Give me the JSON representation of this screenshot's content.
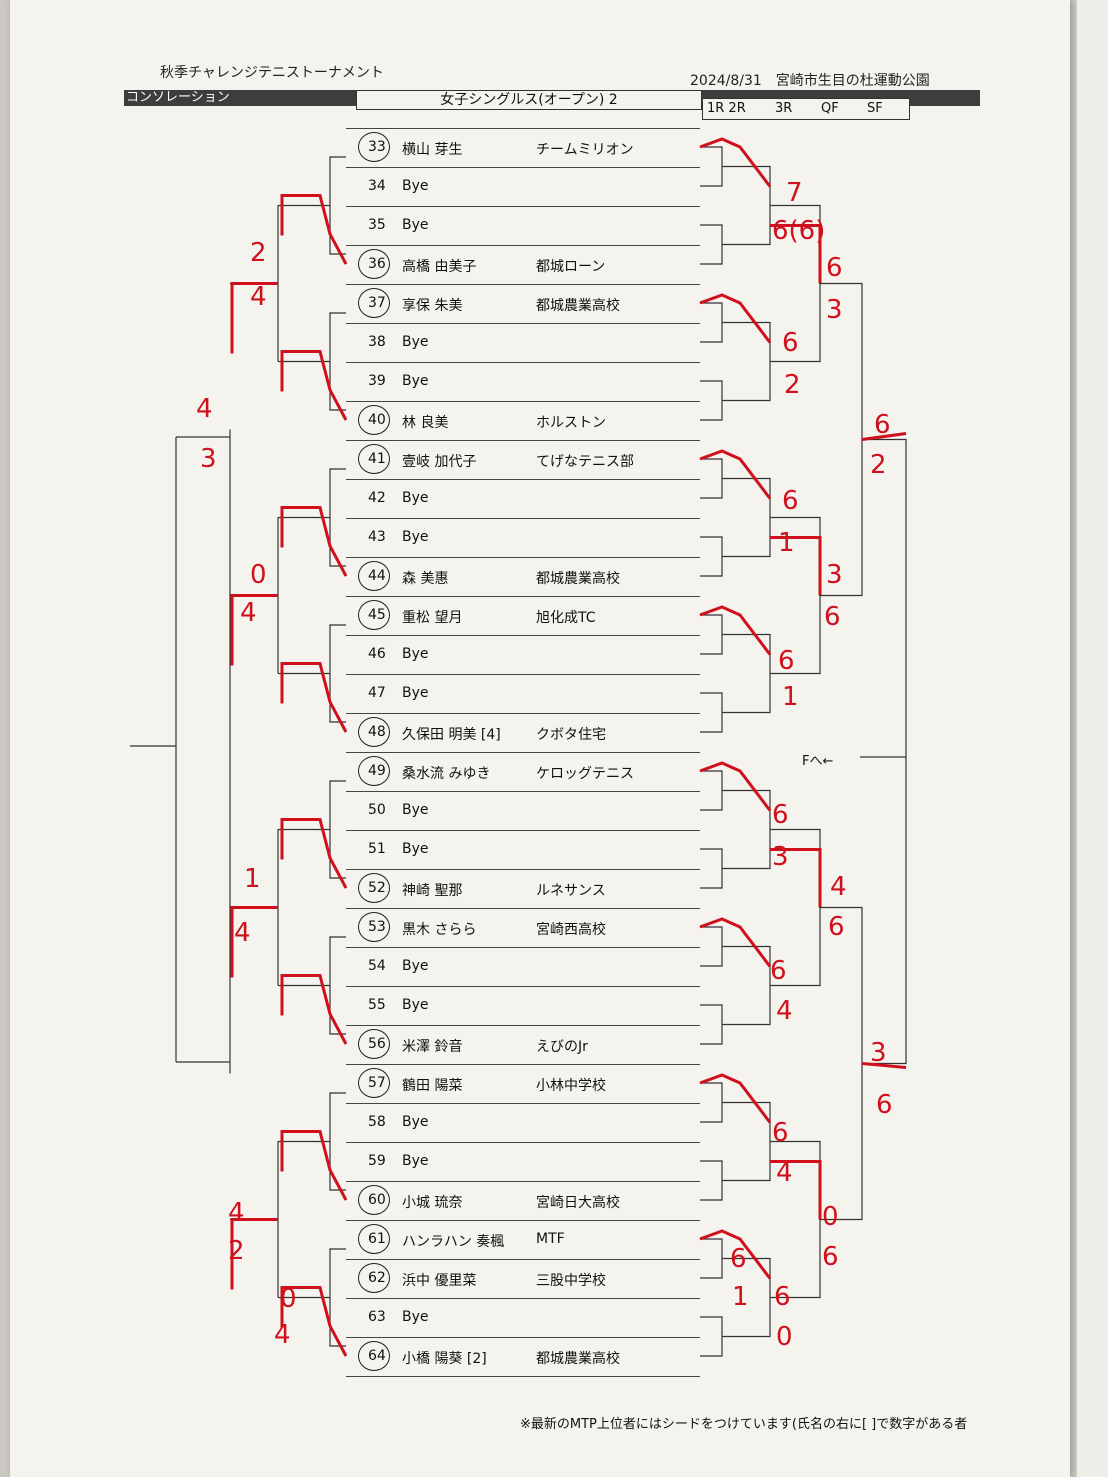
{
  "tournament": "秋季チャレンジテニストーナメント",
  "date_venue": "2024/8/31　宮崎市生目の杜運動公園",
  "section": "コンソレーション",
  "event": "女子シングルス(オープン) 2",
  "rounds": [
    "1R 2R",
    "3R",
    "QF",
    "SF"
  ],
  "footer_note": "※最新のMTP上位者にはシードをつけています(氏名の右に[ ]で数字がある者",
  "final_mark": "Fへ←",
  "players": [
    {
      "num": "33",
      "name": "横山 芽生",
      "club": "チームミリオン",
      "circled": true
    },
    {
      "num": "34",
      "name": "Bye",
      "club": "",
      "circled": false
    },
    {
      "num": "35",
      "name": "Bye",
      "club": "",
      "circled": false
    },
    {
      "num": "36",
      "name": "高橋 由美子",
      "club": "都城ローン",
      "circled": true
    },
    {
      "num": "37",
      "name": "享保 朱美",
      "club": "都城農業高校",
      "circled": true
    },
    {
      "num": "38",
      "name": "Bye",
      "club": "",
      "circled": false
    },
    {
      "num": "39",
      "name": "Bye",
      "club": "",
      "circled": false
    },
    {
      "num": "40",
      "name": "林 良美",
      "club": "ホルストン",
      "circled": true
    },
    {
      "num": "41",
      "name": "壹岐 加代子",
      "club": "てげなテニス部",
      "circled": true
    },
    {
      "num": "42",
      "name": "Bye",
      "club": "",
      "circled": false
    },
    {
      "num": "43",
      "name": "Bye",
      "club": "",
      "circled": false
    },
    {
      "num": "44",
      "name": "森 美惠",
      "club": "都城農業高校",
      "circled": true
    },
    {
      "num": "45",
      "name": "重松 望月",
      "club": "旭化成TC",
      "circled": true
    },
    {
      "num": "46",
      "name": "Bye",
      "club": "",
      "circled": false
    },
    {
      "num": "47",
      "name": "Bye",
      "club": "",
      "circled": false
    },
    {
      "num": "48",
      "name": "久保田 明美 [4]",
      "club": "クボタ住宅",
      "circled": true
    },
    {
      "num": "49",
      "name": "桑水流 みゆき",
      "club": "ケロッグテニス",
      "circled": true
    },
    {
      "num": "50",
      "name": "Bye",
      "club": "",
      "circled": false
    },
    {
      "num": "51",
      "name": "Bye",
      "club": "",
      "circled": false
    },
    {
      "num": "52",
      "name": "神崎 聖那",
      "club": "ルネサンス",
      "circled": true
    },
    {
      "num": "53",
      "name": "黒木 さらら",
      "club": "宮崎西高校",
      "circled": true
    },
    {
      "num": "54",
      "name": "Bye",
      "club": "",
      "circled": false
    },
    {
      "num": "55",
      "name": "Bye",
      "club": "",
      "circled": false
    },
    {
      "num": "56",
      "name": "米澤 鈴音",
      "club": "えびのJr",
      "circled": true
    },
    {
      "num": "57",
      "name": "鶴田 陽菜",
      "club": "小林中学校",
      "circled": true
    },
    {
      "num": "58",
      "name": "Bye",
      "club": "",
      "circled": false
    },
    {
      "num": "59",
      "name": "Bye",
      "club": "",
      "circled": false
    },
    {
      "num": "60",
      "name": "小城 琉奈",
      "club": "宮崎日大高校",
      "circled": true
    },
    {
      "num": "61",
      "name": "ハンラハン 奏楓",
      "club": "MTF",
      "circled": true
    },
    {
      "num": "62",
      "name": "浜中 優里菜",
      "club": "三股中学校",
      "circled": true
    },
    {
      "num": "63",
      "name": "Bye",
      "club": "",
      "circled": false
    },
    {
      "num": "64",
      "name": "小橋 陽葵 [2]",
      "club": "都城農業高校",
      "circled": true
    }
  ],
  "scores_right": [
    "7",
    "6(6)",
    "6",
    "3",
    "6",
    "2",
    "6",
    "2",
    "6",
    "1",
    "3",
    "6",
    "6",
    "1",
    "6",
    "3",
    "4",
    "6",
    "6",
    "4",
    "3",
    "6",
    "6",
    "4",
    "0",
    "6",
    "6",
    "1",
    "6",
    "0"
  ],
  "scores_left": [
    "2",
    "4",
    "4",
    "3",
    "0",
    "4",
    "1",
    "4",
    "4",
    "2",
    "0",
    "4"
  ]
}
